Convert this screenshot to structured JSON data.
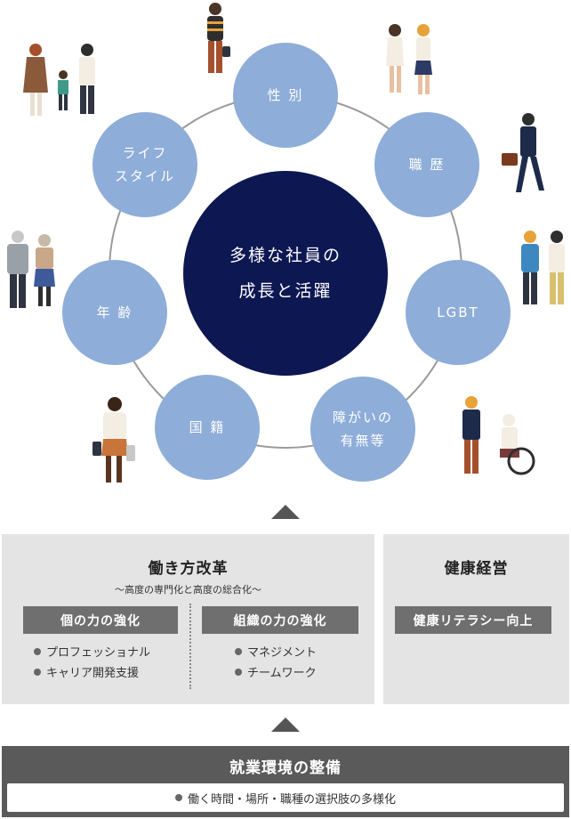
{
  "center": {
    "label": "多様な社員の\n成長と活躍"
  },
  "nodes": [
    {
      "id": "gender",
      "label": "性 別"
    },
    {
      "id": "career",
      "label": "職 歴"
    },
    {
      "id": "lgbt",
      "label": "LGBT"
    },
    {
      "id": "disability",
      "label": "障がいの\n有無等"
    },
    {
      "id": "nationality",
      "label": "国 籍"
    },
    {
      "id": "age",
      "label": "年 齢"
    },
    {
      "id": "lifestyle",
      "label": "ライフ\nスタイル"
    }
  ],
  "work_reform": {
    "title": "働き方改革",
    "subtitle": "～高度の専門化と高度の総合化～",
    "left": {
      "label": "個の力の強化",
      "items": [
        "プロフェッショナル",
        "キャリア開発支援"
      ]
    },
    "right": {
      "label": "組織の力の強化",
      "items": [
        "マネジメント",
        "チームワーク"
      ]
    }
  },
  "health": {
    "title": "健康経営",
    "tag": "健康リテラシー向上"
  },
  "environment": {
    "title": "就業環境の整備",
    "item": "働く時間・場所・職種の選択肢の多様化"
  },
  "colors": {
    "node": "#8eadd8",
    "center": "#0d1752",
    "panel": "#e4e4e4",
    "tag": "#6f6f6f",
    "bar": "#5a5a5a"
  }
}
